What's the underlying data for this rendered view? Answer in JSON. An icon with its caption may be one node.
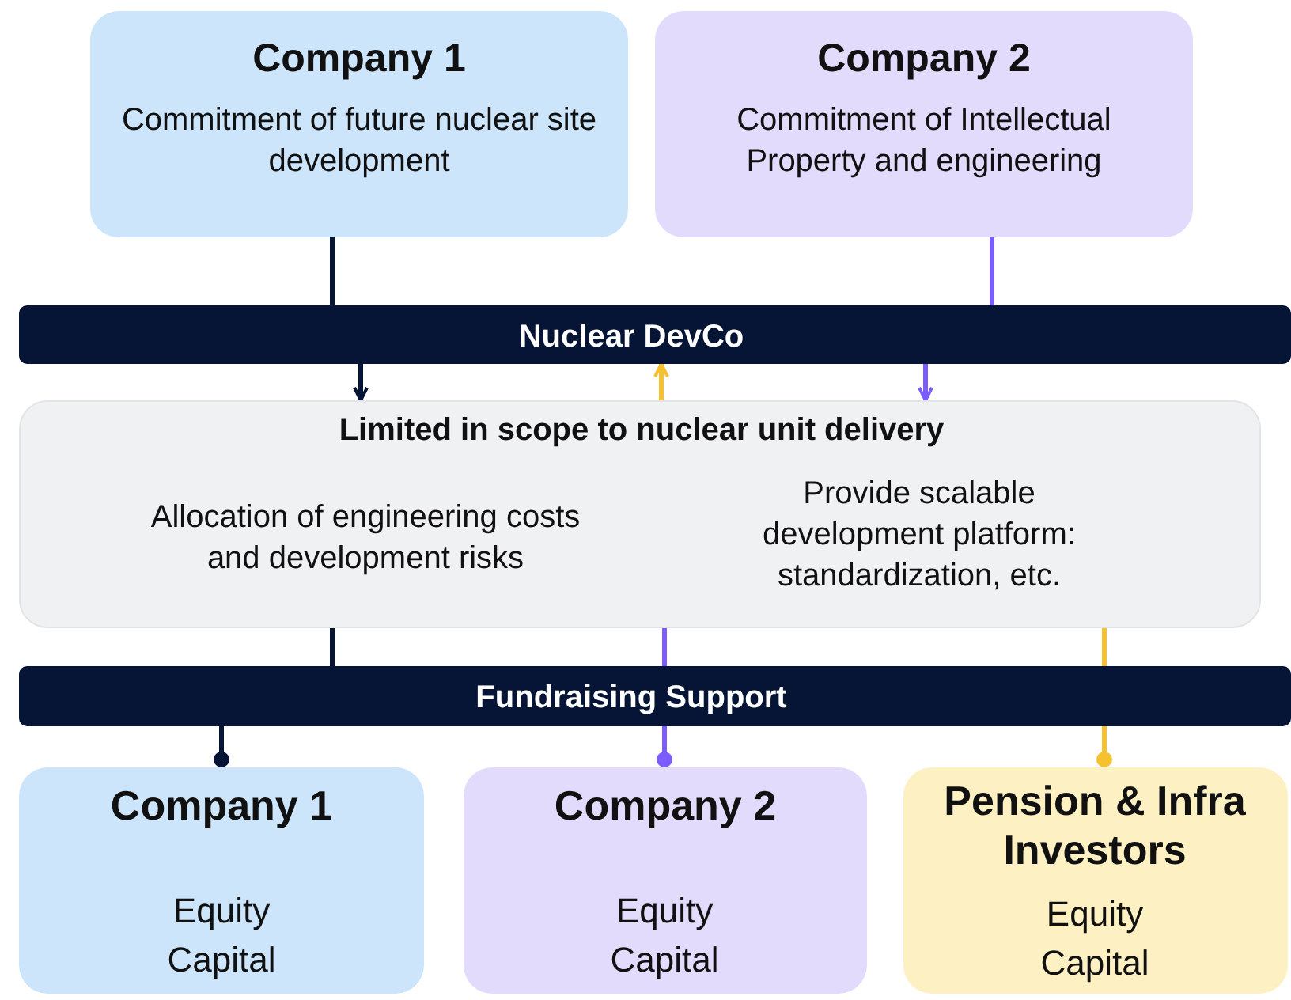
{
  "diagram": {
    "nodes": [
      {
        "text": [
          "Company 1",
          "Commitment of future nuclear site development"
        ]
      },
      {
        "text": [
          "Company 2",
          "Commitment of Intellectual Property and engineering"
        ]
      },
      {
        "text": [
          "Nuclear DevCo"
        ]
      },
      {
        "text": [
          "Limited in scope to nuclear unit delivery",
          "Allocation of engineering costs and development risks",
          "Provide scalable development platform: standardization, etc."
        ]
      },
      {
        "text": [
          "Fundraising Support"
        ]
      },
      {
        "text": [
          "Company 1",
          "Equity Capital"
        ]
      },
      {
        "text": [
          "Company 2",
          "Equity Capital"
        ]
      },
      {
        "text": [
          "Pension & Infra Investors",
          "Equity Capital"
        ]
      }
    ],
    "edges": [
      {
        "from": 0,
        "to": 2,
        "arrow": "none"
      },
      {
        "from": 1,
        "to": 2,
        "arrow": "none",
        "color": "#7b5cff"
      },
      {
        "from": 2,
        "to": 3,
        "arrow": "to"
      },
      {
        "from": 3,
        "to": 2,
        "arrow": "to",
        "color": "#f5c12e"
      },
      {
        "from": 2,
        "to": 3,
        "arrow": "to",
        "color": "#7b5cff"
      },
      {
        "from": 3,
        "to": 4,
        "arrow": "none"
      },
      {
        "from": 3,
        "to": 4,
        "arrow": "none",
        "color": "#7b5cff"
      },
      {
        "from": 3,
        "to": 4,
        "arrow": "none",
        "color": "#f5c12e"
      },
      {
        "from": 4,
        "to": 5,
        "arrow": "other"
      },
      {
        "from": 4,
        "to": 6,
        "arrow": "other",
        "color": "#7b5cff"
      },
      {
        "from": 4,
        "to": 7,
        "arrow": "other",
        "color": "#f5c12e"
      }
    ]
  }
}
